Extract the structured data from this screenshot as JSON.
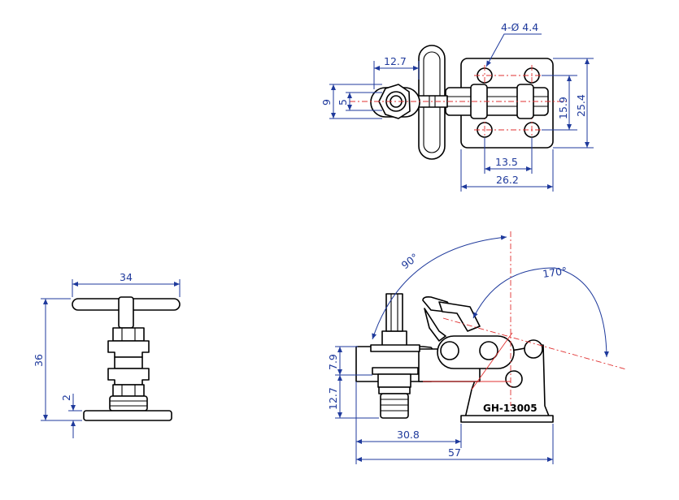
{
  "dimensions": {
    "top_view": {
      "hole_callout": "4-Ø 4.4",
      "handle_offset": "12.7",
      "outer_height": "9",
      "inner_height": "5",
      "hole_pitch_vertical": "15.9",
      "base_height": "25.4",
      "hole_pitch_horizontal": "13.5",
      "base_width": "26.2"
    },
    "side_view": {
      "handle_width": "34",
      "total_height": "36",
      "base_thickness": "2"
    },
    "front_view": {
      "angle_open": "90°",
      "angle_swing": "170°",
      "spindle_height": "7.9",
      "base_to_spindle": "12.7",
      "spindle_reach": "30.8",
      "overall_length": "57"
    }
  },
  "part_label": "GH-13005",
  "colors": {
    "dimension": "#1f3a9c",
    "centerline": "#e03030",
    "outline": "#000000"
  }
}
